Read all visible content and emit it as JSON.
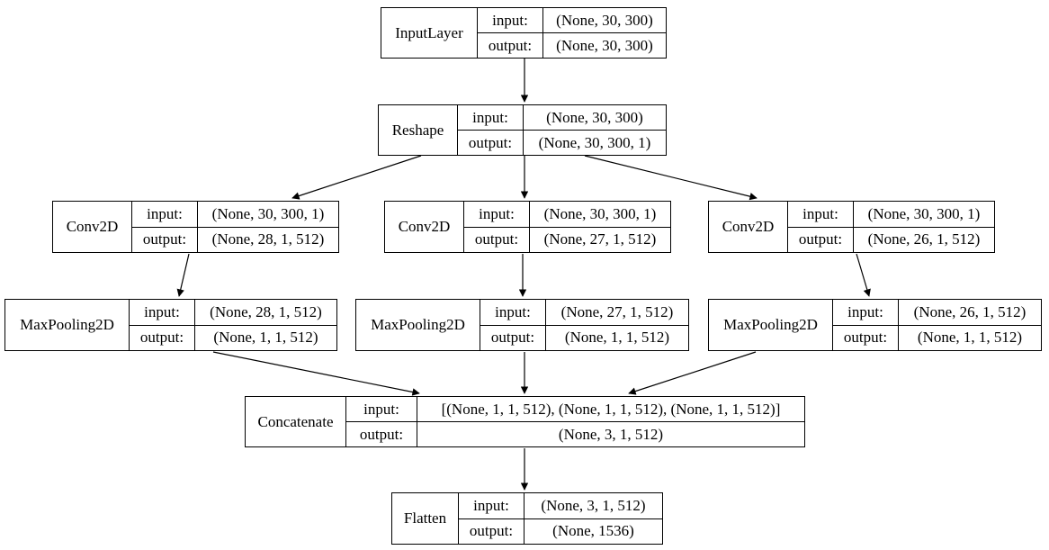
{
  "diagram": {
    "type": "keras-model-architecture",
    "row_labels": {
      "input": "input:",
      "output": "output:"
    },
    "colors": {
      "border": "#000000",
      "background": "#ffffff",
      "text": "#000000"
    },
    "nodes": [
      {
        "id": "input_layer",
        "name": "InputLayer",
        "input": "(None, 30, 300)",
        "output": "(None, 30, 300)"
      },
      {
        "id": "reshape",
        "name": "Reshape",
        "input": "(None, 30, 300)",
        "output": "(None, 30, 300, 1)"
      },
      {
        "id": "conv2d_left",
        "name": "Conv2D",
        "input": "(None, 30, 300, 1)",
        "output": "(None, 28, 1, 512)"
      },
      {
        "id": "conv2d_center",
        "name": "Conv2D",
        "input": "(None, 30, 300, 1)",
        "output": "(None, 27, 1, 512)"
      },
      {
        "id": "conv2d_right",
        "name": "Conv2D",
        "input": "(None, 30, 300, 1)",
        "output": "(None, 26, 1, 512)"
      },
      {
        "id": "maxpooling2d_left",
        "name": "MaxPooling2D",
        "input": "(None, 28, 1, 512)",
        "output": "(None, 1, 1, 512)"
      },
      {
        "id": "maxpooling2d_center",
        "name": "MaxPooling2D",
        "input": "(None, 27, 1, 512)",
        "output": "(None, 1, 1, 512)"
      },
      {
        "id": "maxpooling2d_right",
        "name": "MaxPooling2D",
        "input": "(None, 26, 1, 512)",
        "output": "(None, 1, 1, 512)"
      },
      {
        "id": "concatenate",
        "name": "Concatenate",
        "input": "[(None, 1, 1, 512), (None, 1, 1, 512), (None, 1, 1, 512)]",
        "output": "(None, 3, 1, 512)"
      },
      {
        "id": "flatten",
        "name": "Flatten",
        "input": "(None, 3, 1, 512)",
        "output": "(None, 1536)"
      }
    ],
    "edges": [
      {
        "from": "input_layer",
        "to": "reshape"
      },
      {
        "from": "reshape",
        "to": "conv2d_left"
      },
      {
        "from": "reshape",
        "to": "conv2d_center"
      },
      {
        "from": "reshape",
        "to": "conv2d_right"
      },
      {
        "from": "conv2d_left",
        "to": "maxpooling2d_left"
      },
      {
        "from": "conv2d_center",
        "to": "maxpooling2d_center"
      },
      {
        "from": "conv2d_right",
        "to": "maxpooling2d_right"
      },
      {
        "from": "maxpooling2d_left",
        "to": "concatenate"
      },
      {
        "from": "maxpooling2d_center",
        "to": "concatenate"
      },
      {
        "from": "maxpooling2d_right",
        "to": "concatenate"
      },
      {
        "from": "concatenate",
        "to": "flatten"
      }
    ]
  }
}
